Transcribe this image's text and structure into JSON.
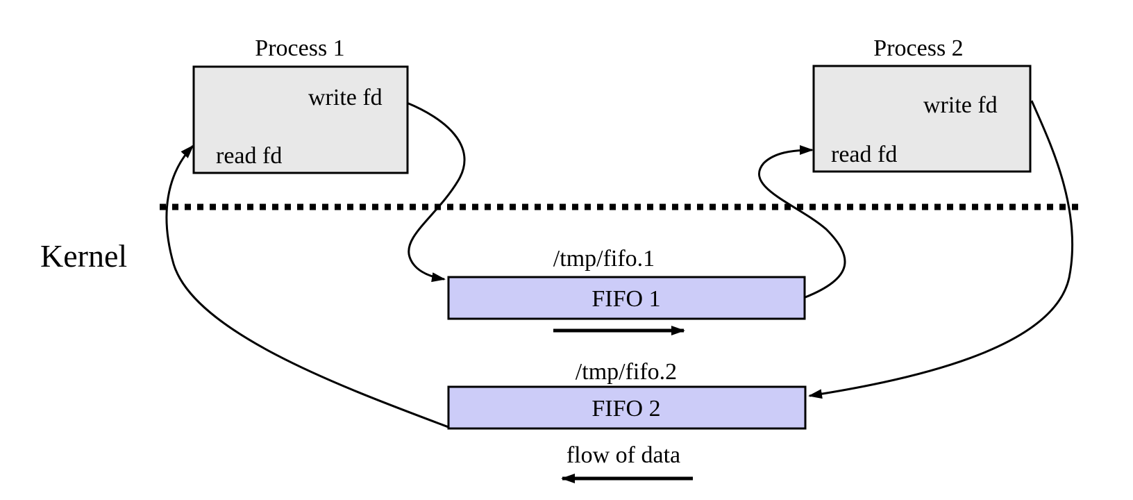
{
  "process1": {
    "title": "Process 1",
    "write_fd": "write fd",
    "read_fd": "read fd"
  },
  "process2": {
    "title": "Process 2",
    "write_fd": "write fd",
    "read_fd": "read fd"
  },
  "kernel_label": "Kernel",
  "fifo1": {
    "path": "/tmp/fifo.1",
    "label": "FIFO 1"
  },
  "fifo2": {
    "path": "/tmp/fifo.2",
    "label": "FIFO 2"
  },
  "flow_label": "flow of data",
  "colors": {
    "process_fill": "#e8e8e8",
    "fifo_fill": "#ccccf8",
    "stroke": "#000000"
  }
}
